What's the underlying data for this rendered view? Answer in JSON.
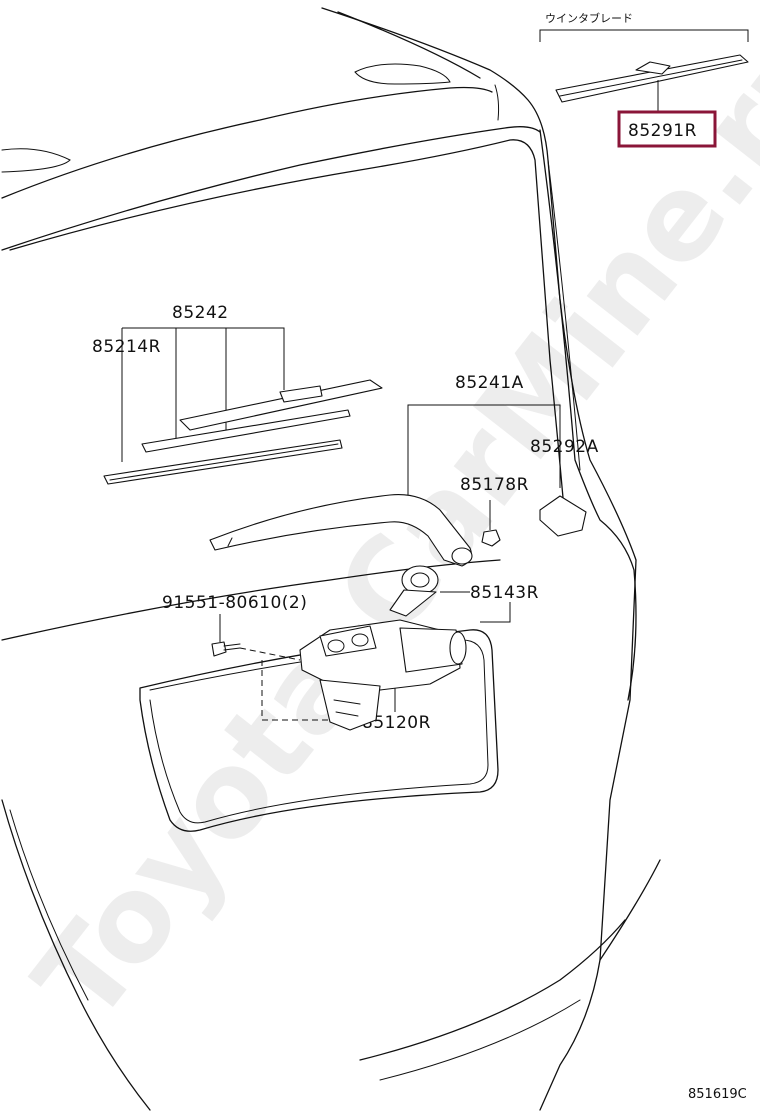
{
  "header": {
    "category_label": "ウインタブレード"
  },
  "callouts": [
    {
      "id": "85291R",
      "label": "85291R",
      "highlighted": true
    },
    {
      "id": "85242",
      "label": "85242"
    },
    {
      "id": "85214R",
      "label": "85214R"
    },
    {
      "id": "85241A",
      "label": "85241A"
    },
    {
      "id": "85292A",
      "label": "85292A"
    },
    {
      "id": "85178R",
      "label": "85178R"
    },
    {
      "id": "85143R",
      "label": "85143R"
    },
    {
      "id": "91551-80610",
      "label": "91551-80610(2)"
    },
    {
      "id": "85120R",
      "label": "85120R"
    }
  ],
  "footer": {
    "diagram_ref": "851619C"
  },
  "watermark": {
    "text": "Toyota-CarMine.ru"
  },
  "colors": {
    "highlight_box": "#8a1538",
    "line": "#111111",
    "watermark": "#000000"
  }
}
